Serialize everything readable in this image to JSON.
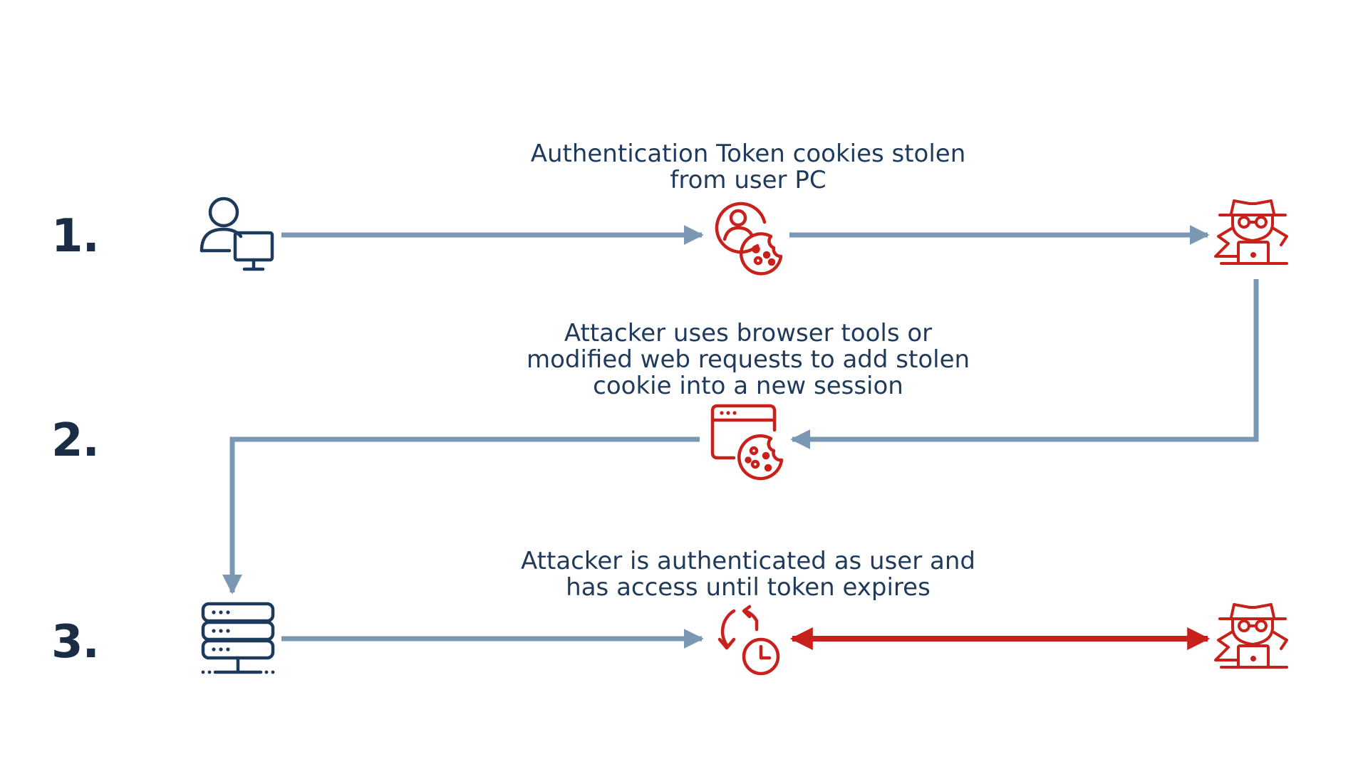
{
  "steps": [
    {
      "number": "1.",
      "caption_lines": [
        "Authentication Token cookies stolen",
        "from user PC"
      ],
      "icons": [
        "user-computer-icon",
        "user-cookie-icon",
        "attacker-icon"
      ]
    },
    {
      "number": "2.",
      "caption_lines": [
        "Attacker uses browser tools or",
        "modified web requests to add stolen",
        "cookie into a new session"
      ],
      "icons": [
        "browser-cookie-icon"
      ]
    },
    {
      "number": "3.",
      "caption_lines": [
        "Attacker is authenticated as user and",
        "has access until token expires"
      ],
      "icons": [
        "server-icon",
        "session-timer-icon",
        "attacker-icon"
      ]
    }
  ],
  "colors": {
    "text": "#1f3a5a",
    "number": "#1b2d45",
    "blue_icon": "#1d3a5c",
    "arrow": "#7a98b3",
    "red": "#c8201b"
  }
}
